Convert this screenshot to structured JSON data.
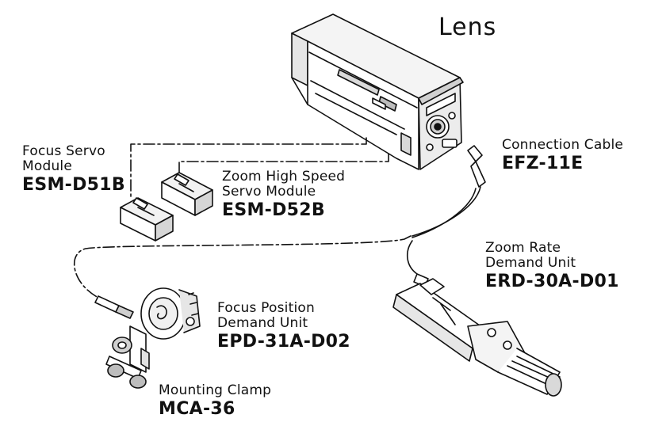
{
  "title": "Lens",
  "components": {
    "connection_cable": {
      "name": "Connection Cable",
      "model": "EFZ-11E"
    },
    "focus_servo": {
      "name_line1": "Focus Servo",
      "name_line2": "Module",
      "model": "ESM-D51B"
    },
    "zoom_servo": {
      "name_line1": "Zoom High Speed",
      "name_line2": "Servo Module",
      "model": "ESM-D52B"
    },
    "zoom_demand": {
      "name_line1": "Zoom Rate",
      "name_line2": "Demand Unit",
      "model": "ERD-30A-D01"
    },
    "focus_demand": {
      "name_line1": "Focus Position",
      "name_line2": "Demand Unit",
      "model": "EPD-31A-D02"
    },
    "mounting_clamp": {
      "name": "Mounting Clamp",
      "model": "MCA-36"
    }
  },
  "colors": {
    "ink": "#111111",
    "fill_light": "#ffffff",
    "fill_shade": "#d9d9d9",
    "fill_mid": "#bdbdbd"
  }
}
